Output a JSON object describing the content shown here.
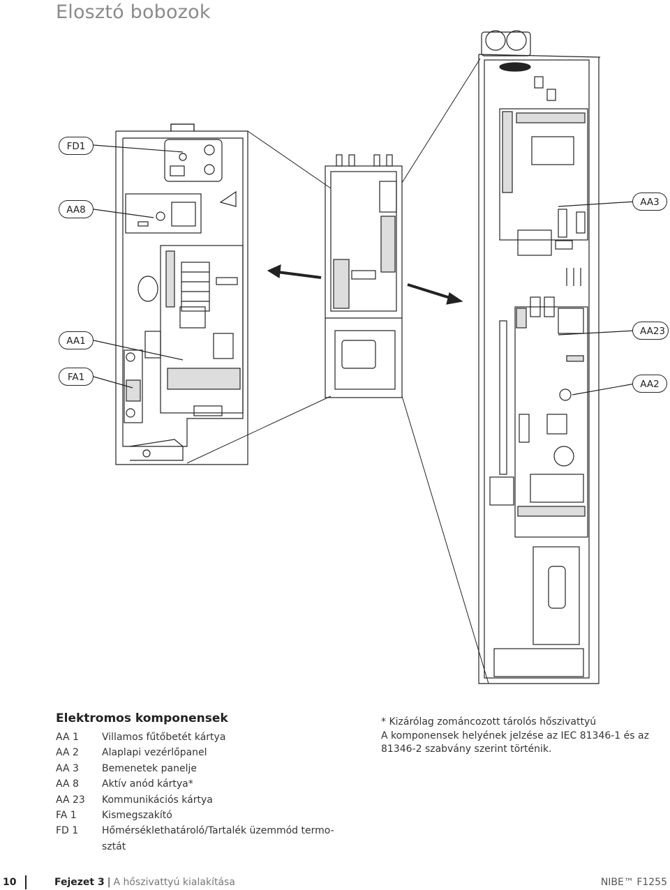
{
  "page_title": "Elosztó bobozok",
  "callouts": {
    "fd1": "FD1",
    "aa8": "AA8",
    "aa3": "AA3",
    "aa1": "AA1",
    "aa23": "AA23",
    "fa1": "FA1",
    "aa2": "AA2"
  },
  "legend": {
    "heading": "Elektromos komponensek",
    "items": [
      {
        "code": "AA 1",
        "desc": "Villamos fűtőbetét kártya"
      },
      {
        "code": "AA 2",
        "desc": "Alaplapi vezérlőpanel"
      },
      {
        "code": "AA 3",
        "desc": "Bemenetek panelje"
      },
      {
        "code": "AA 8",
        "desc": "Aktív anód kártya*"
      },
      {
        "code": "AA 23",
        "desc": "Kommunikációs kártya"
      },
      {
        "code": "FA 1",
        "desc": "Kismegszakító"
      },
      {
        "code": "FD 1",
        "desc": "Hőmérséklethatároló/Tartalék üzemmód termo-sztát"
      }
    ]
  },
  "notes": {
    "line1": "* Kizárólag zománcozott tárolós hőszivattyú",
    "line2": "A komponensek helyének jelzése az IEC 81346-1 és az 81346-2 szabvány szerint történik."
  },
  "footer": {
    "page_number": "10",
    "chapter_label": "Fejezet 3",
    "separator": "|",
    "chapter_title": "A hőszivattyú kialakítása",
    "brand": "NIBE™ F1255"
  }
}
